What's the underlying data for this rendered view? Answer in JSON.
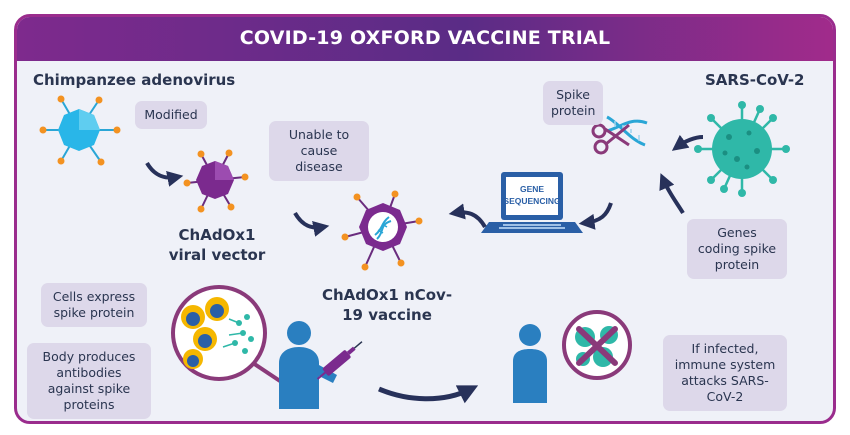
{
  "header": {
    "title": "COVID-19 OXFORD VACCINE TRIAL"
  },
  "labels": {
    "chimp_adenovirus": "Chimpanzee adenovirus",
    "sars_cov2": "SARS-CoV-2",
    "chadox1_viral_vector": "ChAdOx1 viral vector",
    "chadox1_vaccine": "ChAdOx1 nCov-19 vaccine"
  },
  "notes": {
    "modified": "Modified",
    "unable_to_cause_disease": "Unable to cause disease",
    "spike_protein": "Spike protein",
    "genes_coding": "Genes coding spike protein",
    "cells_express": "Cells express spike protein",
    "body_produces": "Body produces antibodies against spike proteins",
    "if_infected": "If infected, immune system attacks SARS-CoV-2"
  },
  "laptop": {
    "screen_text": "GENE SEQUENCING"
  },
  "colors": {
    "header_start": "#7e2a8d",
    "header_end": "#a12b8b",
    "panel_bg": "#eff1f8",
    "note_bg": "#ddd8ea",
    "text": "#2a3550",
    "arrow": "#27315a",
    "adenovirus": "#29b6e8",
    "vector": "#7b2a8e",
    "spike_orange": "#f39221",
    "coronavirus": "#2fb8a8",
    "person": "#2a7fc0",
    "cross": "#8a3a7a"
  },
  "icons": [
    "adenovirus-icon",
    "viral-vector-icon",
    "vaccine-particle-icon",
    "laptop-icon",
    "scissors-dna-icon",
    "coronavirus-icon",
    "cell-magnifier-icon",
    "person-vaccinated-icon",
    "syringe-icon",
    "person-protected-icon",
    "blocked-virus-icon",
    "arrow-icon"
  ]
}
